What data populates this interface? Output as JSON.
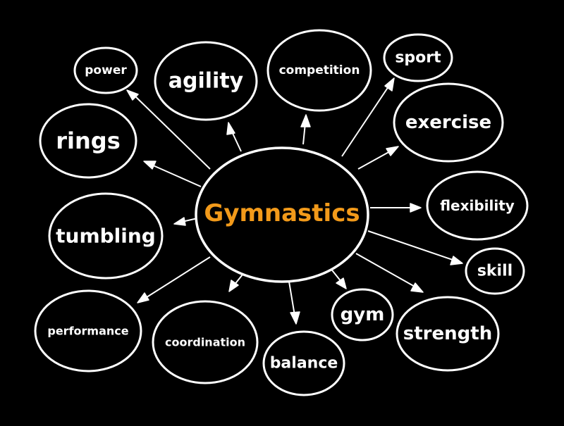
{
  "center": {
    "label": "Gymnastics",
    "color": "#f29a1a"
  },
  "background_color": "#000000",
  "line_color": "#ffffff",
  "nodes": [
    {
      "id": "power",
      "label": "power"
    },
    {
      "id": "agility",
      "label": "agility"
    },
    {
      "id": "competition",
      "label": "competition"
    },
    {
      "id": "sport",
      "label": "sport"
    },
    {
      "id": "exercise",
      "label": "exercise"
    },
    {
      "id": "rings",
      "label": "rings"
    },
    {
      "id": "flexibility",
      "label": "flexibility"
    },
    {
      "id": "tumbling",
      "label": "tumbling"
    },
    {
      "id": "skill",
      "label": "skill"
    },
    {
      "id": "performance",
      "label": "performance"
    },
    {
      "id": "coordination",
      "label": "coordination"
    },
    {
      "id": "balance",
      "label": "balance"
    },
    {
      "id": "gym",
      "label": "gym"
    },
    {
      "id": "strength",
      "label": "strength"
    }
  ]
}
